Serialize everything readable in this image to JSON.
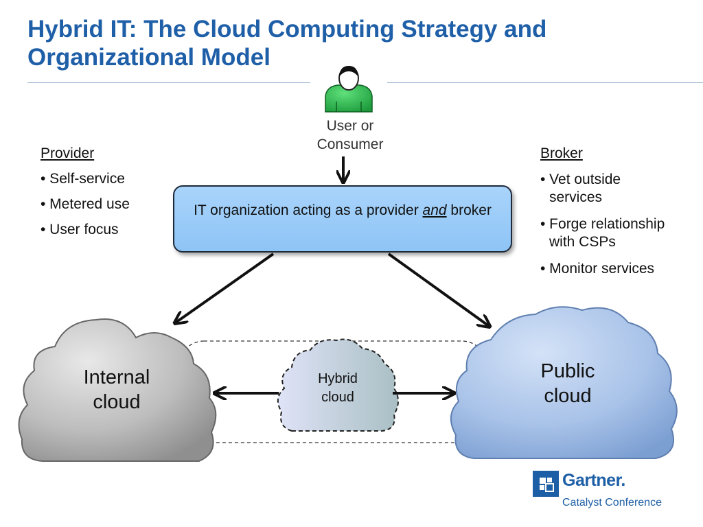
{
  "title": "Hybrid IT: The Cloud Computing Strategy and Organizational Model",
  "user": {
    "line1": "User or",
    "line2": "Consumer",
    "icon": "person-icon",
    "color": "#22b14c"
  },
  "center_box": {
    "text_before": "IT organization acting as a provider ",
    "emphasis": "and",
    "text_after": " broker"
  },
  "provider": {
    "heading": "Provider",
    "items": [
      "• Self-service",
      "• Metered use",
      "• User focus"
    ]
  },
  "broker": {
    "heading": "Broker",
    "items": [
      {
        "line1": "•  Vet outside",
        "line2": "services"
      },
      {
        "line1": "•  Forge relationship",
        "line2": "with CSPs"
      },
      {
        "line1": "•  Monitor services",
        "line2": ""
      }
    ]
  },
  "clouds": {
    "internal": {
      "line1": "Internal",
      "line2": "cloud",
      "color": "#c9c9c9"
    },
    "hybrid": {
      "line1": "Hybrid",
      "line2": "cloud",
      "color": "#c5cfe6"
    },
    "public": {
      "line1": "Public",
      "line2": "cloud",
      "color": "#a8c2e8"
    }
  },
  "logo": {
    "name": "Gartner.",
    "subtitle": "Catalyst Conference",
    "icon": "gartner-logo-icon",
    "color": "#1d5fa6"
  }
}
